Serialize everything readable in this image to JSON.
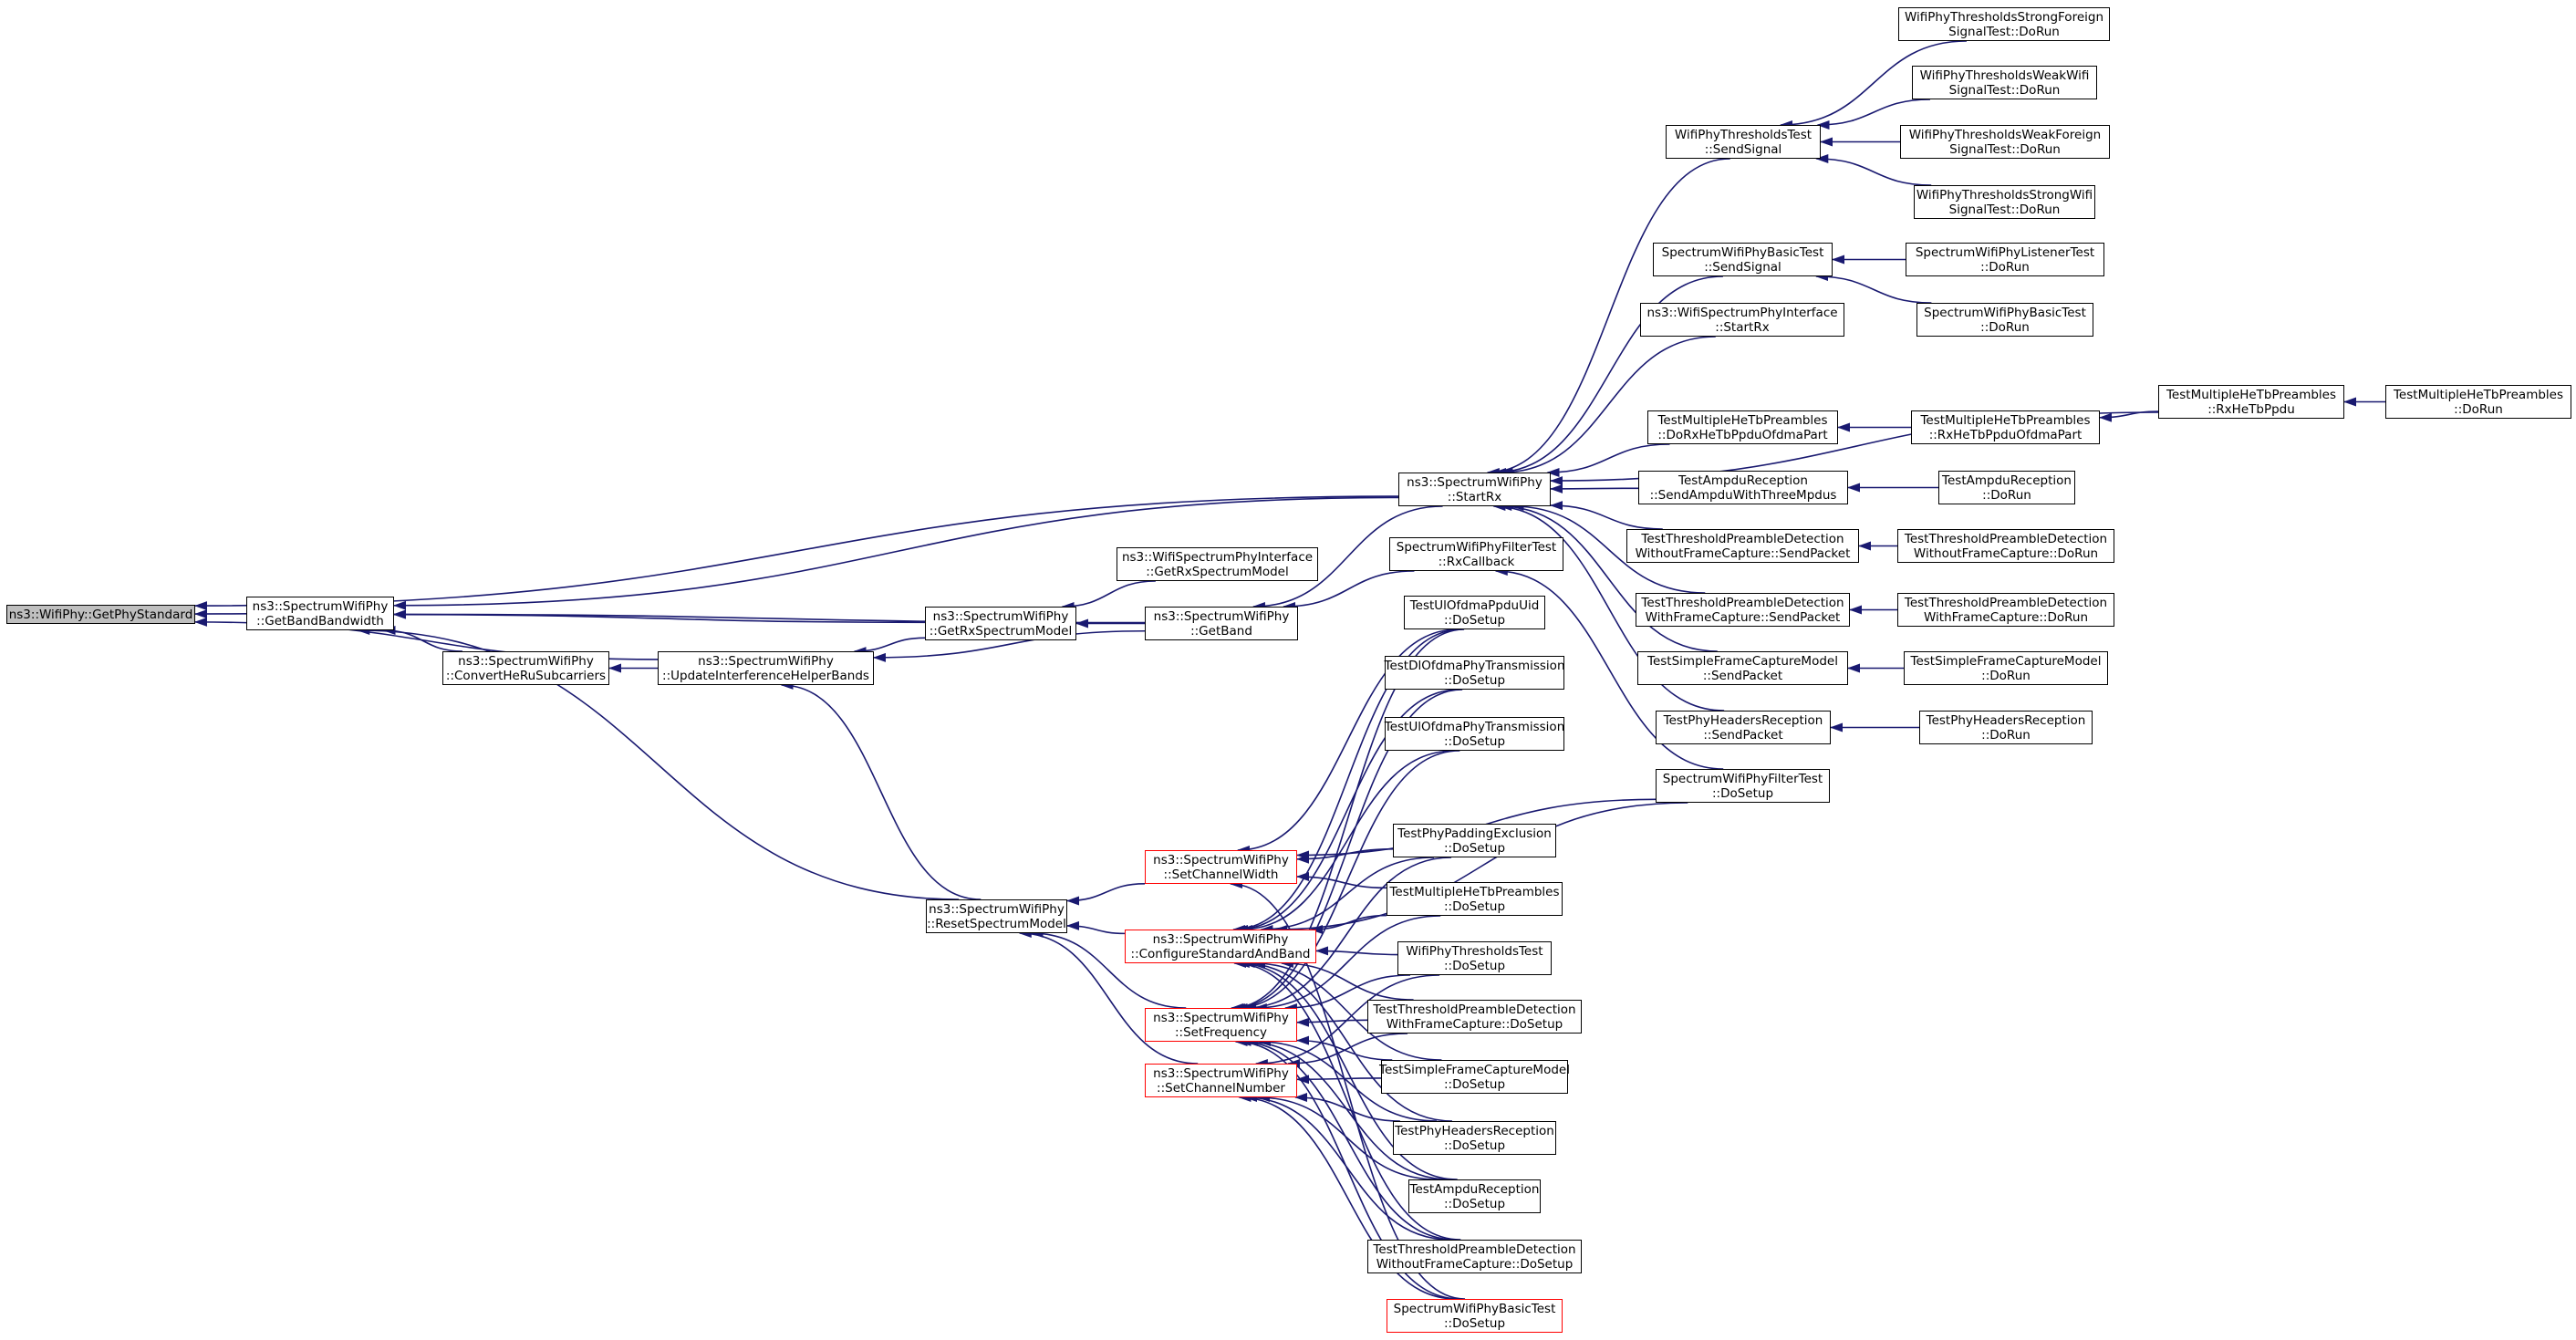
{
  "graph": {
    "edge_color": "#191970",
    "box_border_color": "#000000",
    "truncated_border_color": "#ff0000",
    "current_fill": "#bfbfbf",
    "nodes": [
      {
        "id": "getphystandard",
        "lines": [
          "ns3::WifiPhy::GetPhyStandard"
        ],
        "style": "current"
      },
      {
        "id": "getbandbandwidth",
        "lines": [
          "ns3::SpectrumWifiPhy",
          "::GetBandBandwidth"
        ]
      },
      {
        "id": "convertherusubcarriers",
        "lines": [
          "ns3::SpectrumWifiPhy",
          "::ConvertHeRuSubcarriers"
        ]
      },
      {
        "id": "updateinterferencehelperbands",
        "lines": [
          "ns3::SpectrumWifiPhy",
          "::UpdateInterferenceHelperBands"
        ]
      },
      {
        "id": "resetspectrummodel",
        "lines": [
          "ns3::SpectrumWifiPhy",
          "::ResetSpectrumModel"
        ]
      },
      {
        "id": "getrxspectrummodel",
        "lines": [
          "ns3::SpectrumWifiPhy",
          "::GetRxSpectrumModel"
        ]
      },
      {
        "id": "wifispectrumphyinterface_getrxspectrummodel",
        "lines": [
          "ns3::WifiSpectrumPhyInterface",
          "::GetRxSpectrumModel"
        ]
      },
      {
        "id": "getband",
        "lines": [
          "ns3::SpectrumWifiPhy",
          "::GetBand"
        ]
      },
      {
        "id": "startrx",
        "lines": [
          "ns3::SpectrumWifiPhy",
          "::StartRx"
        ]
      },
      {
        "id": "filtertest_rxcallback",
        "lines": [
          "SpectrumWifiPhyFilterTest",
          "::RxCallback"
        ]
      },
      {
        "id": "setchannelwidth",
        "lines": [
          "ns3::SpectrumWifiPhy",
          "::SetChannelWidth"
        ],
        "style": "red"
      },
      {
        "id": "configurestandardandband",
        "lines": [
          "ns3::SpectrumWifiPhy",
          "::ConfigureStandardAndBand"
        ],
        "style": "red"
      },
      {
        "id": "setfrequency",
        "lines": [
          "ns3::SpectrumWifiPhy",
          "::SetFrequency"
        ],
        "style": "red"
      },
      {
        "id": "setchannelnumber",
        "lines": [
          "ns3::SpectrumWifiPhy",
          "::SetChannelNumber"
        ],
        "style": "red"
      },
      {
        "id": "ulofdmappduuid_dosetup",
        "lines": [
          "TestUlOfdmaPpduUid",
          "::DoSetup"
        ]
      },
      {
        "id": "dlofdmaphytransmission_dosetup",
        "lines": [
          "TestDlOfdmaPhyTransmission",
          "::DoSetup"
        ]
      },
      {
        "id": "ulofdmaphytransmission_dosetup",
        "lines": [
          "TestUlOfdmaPhyTransmission",
          "::DoSetup"
        ]
      },
      {
        "id": "phypaddingexclusion_dosetup",
        "lines": [
          "TestPhyPaddingExclusion",
          "::DoSetup"
        ]
      },
      {
        "id": "multiplehetbpreambles_dosetup",
        "lines": [
          "TestMultipleHeTbPreambles",
          "::DoSetup"
        ]
      },
      {
        "id": "wifiphythresholdstest_dosetup",
        "lines": [
          "WifiPhyThresholdsTest",
          "::DoSetup"
        ]
      },
      {
        "id": "thresholdwithcapture_dosetup",
        "lines": [
          "TestThresholdPreambleDetection",
          "WithFrameCapture::DoSetup"
        ]
      },
      {
        "id": "simpleframecapture_dosetup",
        "lines": [
          "TestSimpleFrameCaptureModel",
          "::DoSetup"
        ]
      },
      {
        "id": "phyheadersreception_dosetup",
        "lines": [
          "TestPhyHeadersReception",
          "::DoSetup"
        ]
      },
      {
        "id": "ampdureception_dosetup",
        "lines": [
          "TestAmpduReception",
          "::DoSetup"
        ]
      },
      {
        "id": "thresholdwithoutcapture_dosetup",
        "lines": [
          "TestThresholdPreambleDetection",
          "WithoutFrameCapture::DoSetup"
        ]
      },
      {
        "id": "spectrumwifiphybasictest_dosetup",
        "lines": [
          "SpectrumWifiPhyBasicTest",
          "::DoSetup"
        ],
        "style": "red"
      },
      {
        "id": "wifiphythresholdstest_sendsignal",
        "lines": [
          "WifiPhyThresholdsTest",
          "::SendSignal"
        ]
      },
      {
        "id": "spectrumwifiphybasictest_sendsignal",
        "lines": [
          "SpectrumWifiPhyBasicTest",
          "::SendSignal"
        ]
      },
      {
        "id": "wifispectrumphyinterface_startrx",
        "lines": [
          "ns3::WifiSpectrumPhyInterface",
          "::StartRx"
        ]
      },
      {
        "id": "multiplehetbpreambles_dorxhetbppduofdmapart",
        "lines": [
          "TestMultipleHeTbPreambles",
          "::DoRxHeTbPpduOfdmaPart"
        ]
      },
      {
        "id": "ampdureception_sendampduwiththreempdus",
        "lines": [
          "TestAmpduReception",
          "::SendAmpduWithThreeMpdus"
        ]
      },
      {
        "id": "thresholdwithoutcapture_sendpacket",
        "lines": [
          "TestThresholdPreambleDetection",
          "WithoutFrameCapture::SendPacket"
        ]
      },
      {
        "id": "thresholdwithcapture_sendpacket",
        "lines": [
          "TestThresholdPreambleDetection",
          "WithFrameCapture::SendPacket"
        ]
      },
      {
        "id": "simpleframecapture_sendpacket",
        "lines": [
          "TestSimpleFrameCaptureModel",
          "::SendPacket"
        ]
      },
      {
        "id": "phyheadersreception_sendpacket",
        "lines": [
          "TestPhyHeadersReception",
          "::SendPacket"
        ]
      },
      {
        "id": "filtertest_dosetup",
        "lines": [
          "SpectrumWifiPhyFilterTest",
          "::DoSetup"
        ]
      },
      {
        "id": "strongforeign_dorun",
        "lines": [
          "WifiPhyThresholdsStrongForeign",
          "SignalTest::DoRun"
        ]
      },
      {
        "id": "weakwifi_dorun",
        "lines": [
          "WifiPhyThresholdsWeakWifi",
          "SignalTest::DoRun"
        ]
      },
      {
        "id": "weakforeign_dorun",
        "lines": [
          "WifiPhyThresholdsWeakForeign",
          "SignalTest::DoRun"
        ]
      },
      {
        "id": "strongwifi_dorun",
        "lines": [
          "WifiPhyThresholdsStrongWifi",
          "SignalTest::DoRun"
        ]
      },
      {
        "id": "listenertest_dorun",
        "lines": [
          "SpectrumWifiPhyListenerTest",
          "::DoRun"
        ]
      },
      {
        "id": "spectrumwifiphybasictest_dorun",
        "lines": [
          "SpectrumWifiPhyBasicTest",
          "::DoRun"
        ]
      },
      {
        "id": "multiplehetbpreambles_rxhetbppduofdmapart",
        "lines": [
          "TestMultipleHeTbPreambles",
          "::RxHeTbPpduOfdmaPart"
        ]
      },
      {
        "id": "multiplehetbpreambles_rxhetbppdu",
        "lines": [
          "TestMultipleHeTbPreambles",
          "::RxHeTbPpdu"
        ]
      },
      {
        "id": "multiplehetbpreambles_dorun",
        "lines": [
          "TestMultipleHeTbPreambles",
          "::DoRun"
        ]
      },
      {
        "id": "ampdureception_dorun",
        "lines": [
          "TestAmpduReception",
          "::DoRun"
        ]
      },
      {
        "id": "thresholdwithoutcapture_dorun",
        "lines": [
          "TestThresholdPreambleDetection",
          "WithoutFrameCapture::DoRun"
        ]
      },
      {
        "id": "thresholdwithcapture_dorun",
        "lines": [
          "TestThresholdPreambleDetection",
          "WithFrameCapture::DoRun"
        ]
      },
      {
        "id": "simpleframecapture_dorun",
        "lines": [
          "TestSimpleFrameCaptureModel",
          "::DoRun"
        ]
      },
      {
        "id": "phyheadersreception_dorun",
        "lines": [
          "TestPhyHeadersReception",
          "::DoRun"
        ]
      }
    ],
    "edges": [
      [
        "getbandbandwidth",
        "getphystandard"
      ],
      [
        "startrx",
        "getphystandard"
      ],
      [
        "updateinterferencehelperbands",
        "getphystandard"
      ],
      [
        "convertherusubcarriers",
        "getbandbandwidth"
      ],
      [
        "resetspectrummodel",
        "getbandbandwidth"
      ],
      [
        "getrxspectrummodel",
        "getbandbandwidth"
      ],
      [
        "getband",
        "getbandbandwidth"
      ],
      [
        "startrx",
        "getbandbandwidth"
      ],
      [
        "updateinterferencehelperbands",
        "convertherusubcarriers"
      ],
      [
        "getrxspectrummodel",
        "updateinterferencehelperbands"
      ],
      [
        "resetspectrummodel",
        "updateinterferencehelperbands"
      ],
      [
        "wifispectrumphyinterface_getrxspectrummodel",
        "getrxspectrummodel"
      ],
      [
        "getband",
        "getrxspectrummodel"
      ],
      [
        "getband",
        "updateinterferencehelperbands"
      ],
      [
        "startrx",
        "getband"
      ],
      [
        "filtertest_rxcallback",
        "getband"
      ],
      [
        "setchannelwidth",
        "resetspectrummodel"
      ],
      [
        "configurestandardandband",
        "resetspectrummodel"
      ],
      [
        "setfrequency",
        "resetspectrummodel"
      ],
      [
        "setchannelnumber",
        "resetspectrummodel"
      ],
      [
        "ulofdmappduuid_dosetup",
        "setchannelwidth"
      ],
      [
        "ulofdmappduuid_dosetup",
        "configurestandardandband"
      ],
      [
        "ulofdmappduuid_dosetup",
        "setfrequency"
      ],
      [
        "dlofdmaphytransmission_dosetup",
        "configurestandardandband"
      ],
      [
        "dlofdmaphytransmission_dosetup",
        "setfrequency"
      ],
      [
        "ulofdmaphytransmission_dosetup",
        "configurestandardandband"
      ],
      [
        "ulofdmaphytransmission_dosetup",
        "setfrequency"
      ],
      [
        "phypaddingexclusion_dosetup",
        "setchannelwidth"
      ],
      [
        "phypaddingexclusion_dosetup",
        "configurestandardandband"
      ],
      [
        "phypaddingexclusion_dosetup",
        "setfrequency"
      ],
      [
        "multiplehetbpreambles_dosetup",
        "setchannelwidth"
      ],
      [
        "multiplehetbpreambles_dosetup",
        "configurestandardandband"
      ],
      [
        "multiplehetbpreambles_dosetup",
        "setfrequency"
      ],
      [
        "wifiphythresholdstest_dosetup",
        "configurestandardandband"
      ],
      [
        "wifiphythresholdstest_dosetup",
        "setfrequency"
      ],
      [
        "wifiphythresholdstest_dosetup",
        "setchannelnumber"
      ],
      [
        "thresholdwithcapture_dosetup",
        "configurestandardandband"
      ],
      [
        "thresholdwithcapture_dosetup",
        "setfrequency"
      ],
      [
        "thresholdwithcapture_dosetup",
        "setchannelnumber"
      ],
      [
        "simpleframecapture_dosetup",
        "configurestandardandband"
      ],
      [
        "simpleframecapture_dosetup",
        "setfrequency"
      ],
      [
        "simpleframecapture_dosetup",
        "setchannelnumber"
      ],
      [
        "phyheadersreception_dosetup",
        "configurestandardandband"
      ],
      [
        "phyheadersreception_dosetup",
        "setfrequency"
      ],
      [
        "phyheadersreception_dosetup",
        "setchannelnumber"
      ],
      [
        "ampdureception_dosetup",
        "configurestandardandband"
      ],
      [
        "ampdureception_dosetup",
        "setfrequency"
      ],
      [
        "ampdureception_dosetup",
        "setchannelnumber"
      ],
      [
        "thresholdwithoutcapture_dosetup",
        "configurestandardandband"
      ],
      [
        "thresholdwithoutcapture_dosetup",
        "setfrequency"
      ],
      [
        "thresholdwithoutcapture_dosetup",
        "setchannelnumber"
      ],
      [
        "spectrumwifiphybasictest_dosetup",
        "setchannelwidth"
      ],
      [
        "spectrumwifiphybasictest_dosetup",
        "setfrequency"
      ],
      [
        "spectrumwifiphybasictest_dosetup",
        "setchannelnumber"
      ],
      [
        "filtertest_dosetup",
        "setchannelwidth"
      ],
      [
        "filtertest_dosetup",
        "configurestandardandband"
      ],
      [
        "wifiphythresholdstest_sendsignal",
        "startrx"
      ],
      [
        "spectrumwifiphybasictest_sendsignal",
        "startrx"
      ],
      [
        "wifispectrumphyinterface_startrx",
        "startrx"
      ],
      [
        "multiplehetbpreambles_rxhetbppdu",
        "startrx"
      ],
      [
        "multiplehetbpreambles_dorxhetbppduofdmapart",
        "startrx"
      ],
      [
        "ampdureception_sendampduwiththreempdus",
        "startrx"
      ],
      [
        "thresholdwithoutcapture_sendpacket",
        "startrx"
      ],
      [
        "thresholdwithcapture_sendpacket",
        "startrx"
      ],
      [
        "simpleframecapture_sendpacket",
        "startrx"
      ],
      [
        "phyheadersreception_sendpacket",
        "startrx"
      ],
      [
        "filtertest_dosetup",
        "filtertest_rxcallback"
      ],
      [
        "strongforeign_dorun",
        "wifiphythresholdstest_sendsignal"
      ],
      [
        "weakwifi_dorun",
        "wifiphythresholdstest_sendsignal"
      ],
      [
        "weakforeign_dorun",
        "wifiphythresholdstest_sendsignal"
      ],
      [
        "strongwifi_dorun",
        "wifiphythresholdstest_sendsignal"
      ],
      [
        "listenertest_dorun",
        "spectrumwifiphybasictest_sendsignal"
      ],
      [
        "spectrumwifiphybasictest_dorun",
        "spectrumwifiphybasictest_sendsignal"
      ],
      [
        "multiplehetbpreambles_rxhetbppduofdmapart",
        "multiplehetbpreambles_dorxhetbppduofdmapart"
      ],
      [
        "multiplehetbpreambles_rxhetbppdu",
        "multiplehetbpreambles_rxhetbppduofdmapart"
      ],
      [
        "multiplehetbpreambles_dorun",
        "multiplehetbpreambles_rxhetbppdu"
      ],
      [
        "ampdureception_dorun",
        "ampdureception_sendampduwiththreempdus"
      ],
      [
        "thresholdwithoutcapture_dorun",
        "thresholdwithoutcapture_sendpacket"
      ],
      [
        "thresholdwithcapture_dorun",
        "thresholdwithcapture_sendpacket"
      ],
      [
        "simpleframecapture_dorun",
        "simpleframecapture_sendpacket"
      ],
      [
        "phyheadersreception_dorun",
        "phyheadersreception_sendpacket"
      ]
    ]
  }
}
